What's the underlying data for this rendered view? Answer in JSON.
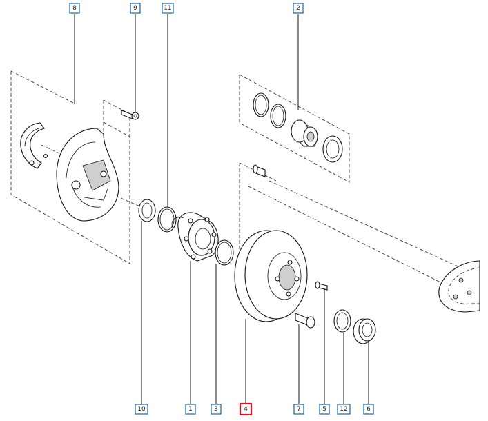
{
  "callouts": [
    {
      "id": "8",
      "highlight": false
    },
    {
      "id": "9",
      "highlight": false
    },
    {
      "id": "11",
      "highlight": false
    },
    {
      "id": "2",
      "highlight": false
    },
    {
      "id": "10",
      "highlight": false
    },
    {
      "id": "1",
      "highlight": false
    },
    {
      "id": "3",
      "highlight": false
    },
    {
      "id": "4",
      "highlight": true
    },
    {
      "id": "7",
      "highlight": false
    },
    {
      "id": "5",
      "highlight": false
    },
    {
      "id": "12",
      "highlight": false
    },
    {
      "id": "6",
      "highlight": false
    }
  ],
  "colors": {
    "callout_border": "#2a6fb0",
    "highlight_border": "#e0141e",
    "line": "#1a1a1a"
  }
}
